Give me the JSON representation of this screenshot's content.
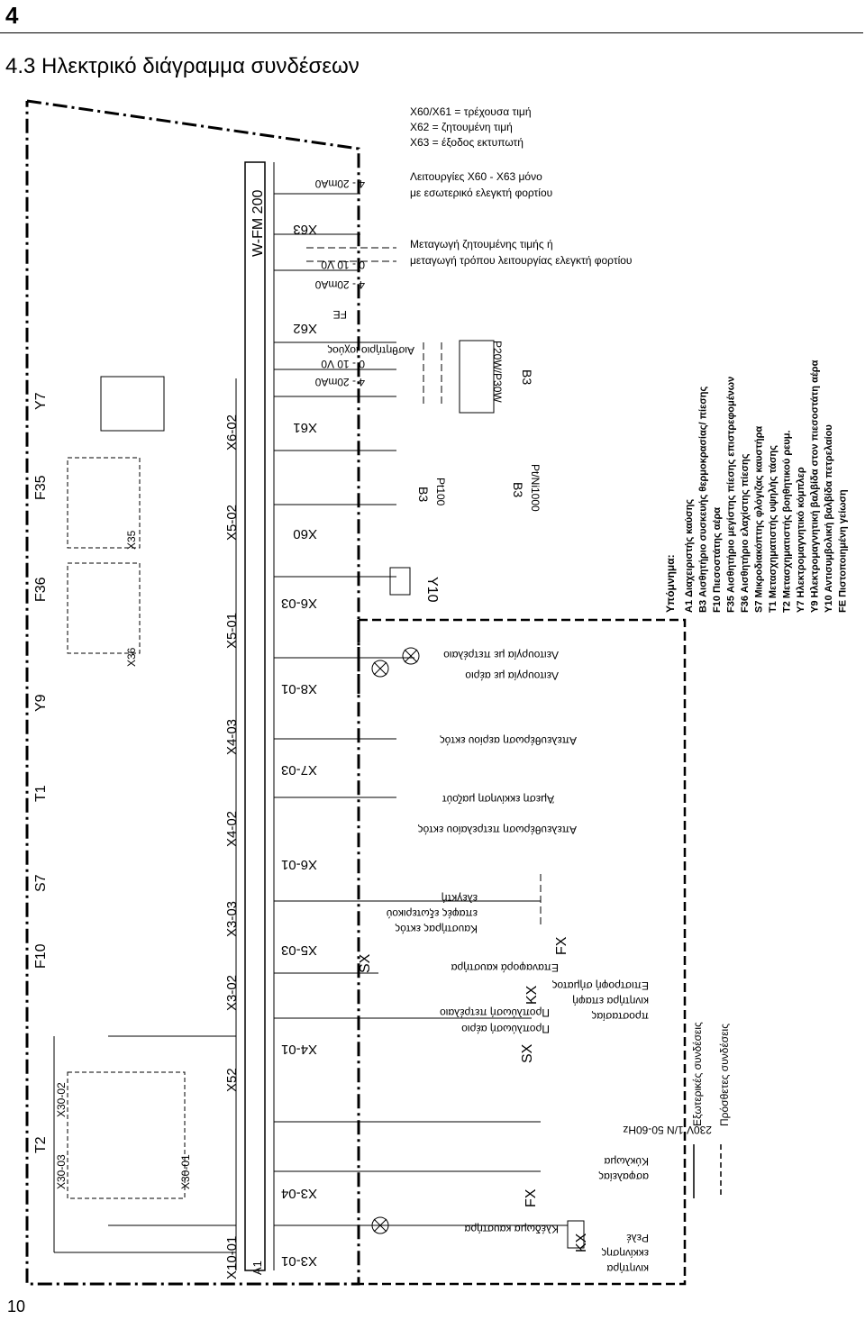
{
  "header": {
    "chapter": "4",
    "title": "4.3 Ηλεκτρικό διάγραμμα συνδέσεων"
  },
  "footer": {
    "page": "10"
  },
  "notes": {
    "x60_x61": "X60/X61 = τρέχουσα τιμή",
    "x62": "X62 = ζητουμένη τιμή",
    "x63": "X63 = έξοδος εκτυπωτή",
    "functions": [
      "Λειτουργίες X60 - X63 μόνο",
      "με εσωτερικό ελεγκτή φορτίου"
    ],
    "switching": [
      "Μεταγωγή ζητουμένης τιμής ή",
      "μεταγωγή τρόπου λειτουργίας ελεγκτή φορτίου"
    ]
  },
  "module": {
    "name": "W-FM 200",
    "a1": "A1"
  },
  "top_components": [
    "Y7",
    "F35",
    "F36",
    "Y9",
    "T1",
    "S7",
    "F10",
    "T2"
  ],
  "top_subcomponents": [
    "X35",
    "X36",
    "X30-02",
    "X30-03",
    "X30-01"
  ],
  "top_connectors": [
    "X6-02",
    "X5-02",
    "X5-01",
    "X4-03",
    "X4-02",
    "X3-03",
    "X3-02",
    "X52",
    "X10-01"
  ],
  "bottom_connectors": [
    "X63",
    "X62",
    "X61",
    "X60",
    "X6-03",
    "X8-01",
    "X7-03",
    "X6-01",
    "X5-03",
    "X4-01",
    "X3-04",
    "X3-01"
  ],
  "signal_labels": [
    "4 - 20mA0",
    "0 - 10 V0",
    "FE"
  ],
  "sensors": {
    "b3_ion": "Αισθητήριο ιοχύος",
    "p20": "P20W/P30W",
    "pt100": "Pt100",
    "ptni": "Pt/Ni1000",
    "b3": "B3",
    "y10": "Y10"
  },
  "field_labels": [
    "Λειτουργία με πετρέλαιο",
    "Λειτουργία με αέριο",
    "Απελευθέρωση αερίου εκτός",
    "Άμεση εκκίνηση μαζούτ",
    "Απελευθέρωση πετρελαίου εκτός",
    "ελεγκτή",
    "επαφές εξωτερικού",
    "Καυστήρας εκτός",
    "Επαναφορά καυστήρα",
    "Προπλύωσή πετρέλαιο",
    "Προπλύωσή αέριο",
    "Επιστροφή σήματος",
    "κινητήρα επαφή",
    "προστασίας",
    "230V 1/N 50-60Hz",
    "Κύκλωμα",
    "ασφαλείας",
    "Κλέδωμα καυστήρα",
    "Ρελέ",
    "εκκίνησης",
    "κινητήρα"
  ],
  "devices": [
    "SX",
    "KX",
    "FX",
    "SX",
    "FX",
    "KX"
  ],
  "legend": {
    "heading": "Υπόμνημα:",
    "items": [
      "A1 Διαχειριστής καύσης",
      "B3 Αισθητήριο συσκευής θερμοκρασίας/ πίεσης",
      "F10 Πιεσοστάτης αέρα",
      "F35 Αισθητήριο μεγίστης πίεσης επιστρεφομένων",
      "F36 Αισθητήριο ελαχίστης πίεσης",
      "S7 Μικροδιακόπτης φλόγιζας καυστήρα",
      "T1 Μετασχηματιστής υψηλής τάσης",
      "T2 Μετασχηματιστής βοηθητικού ρευμ.",
      "Y7 Ηλεκτρομαγνητικό κόμπλερ",
      "Y9 Ηλεκτρομαγνητική βαλβίδα στον πιεσοστάτη αέρα",
      "Y10 Αντισυμβολική βαλβίδα πετρελαίου",
      "FE Πιστοποιημένη γείωση"
    ],
    "line_types": [
      "Εξωτερικές συνδέσεις",
      "Πρόσθετες συνδέσεις"
    ]
  }
}
